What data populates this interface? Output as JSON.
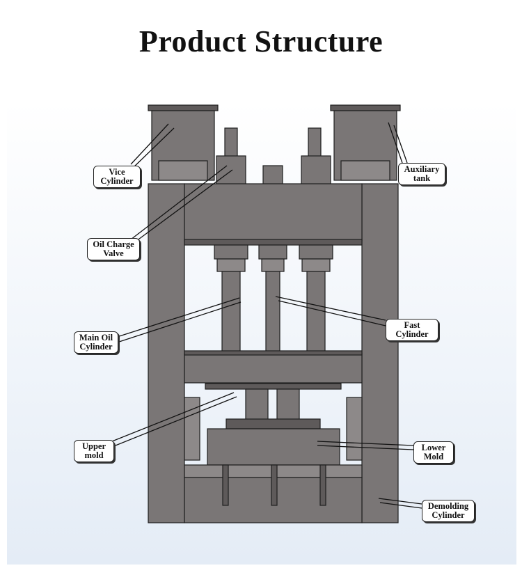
{
  "title": "Product Structure",
  "labels": {
    "vice_cylinder": "Vice\nCylinder",
    "auxiliary_tank": "Auxiliary\ntank",
    "oil_charge_valve": "Oil  Charge\nValve",
    "main_oil_cylinder": "Main Oil\nCylinder",
    "fast_cylinder": "Fast\nCylinder",
    "upper_mold": "Upper\nmold",
    "lower_mold": "Lower\nMold",
    "demolding_cylinder": "Demolding\nCylinder"
  },
  "colors": {
    "frame": "#7a7676",
    "frame_dark": "#5e5a5a",
    "frame_light": "#8d8989",
    "outline": "#1e1e1e",
    "background_gradient_top": "#ffffff",
    "background_gradient_bottom": "#e4ecf6"
  }
}
